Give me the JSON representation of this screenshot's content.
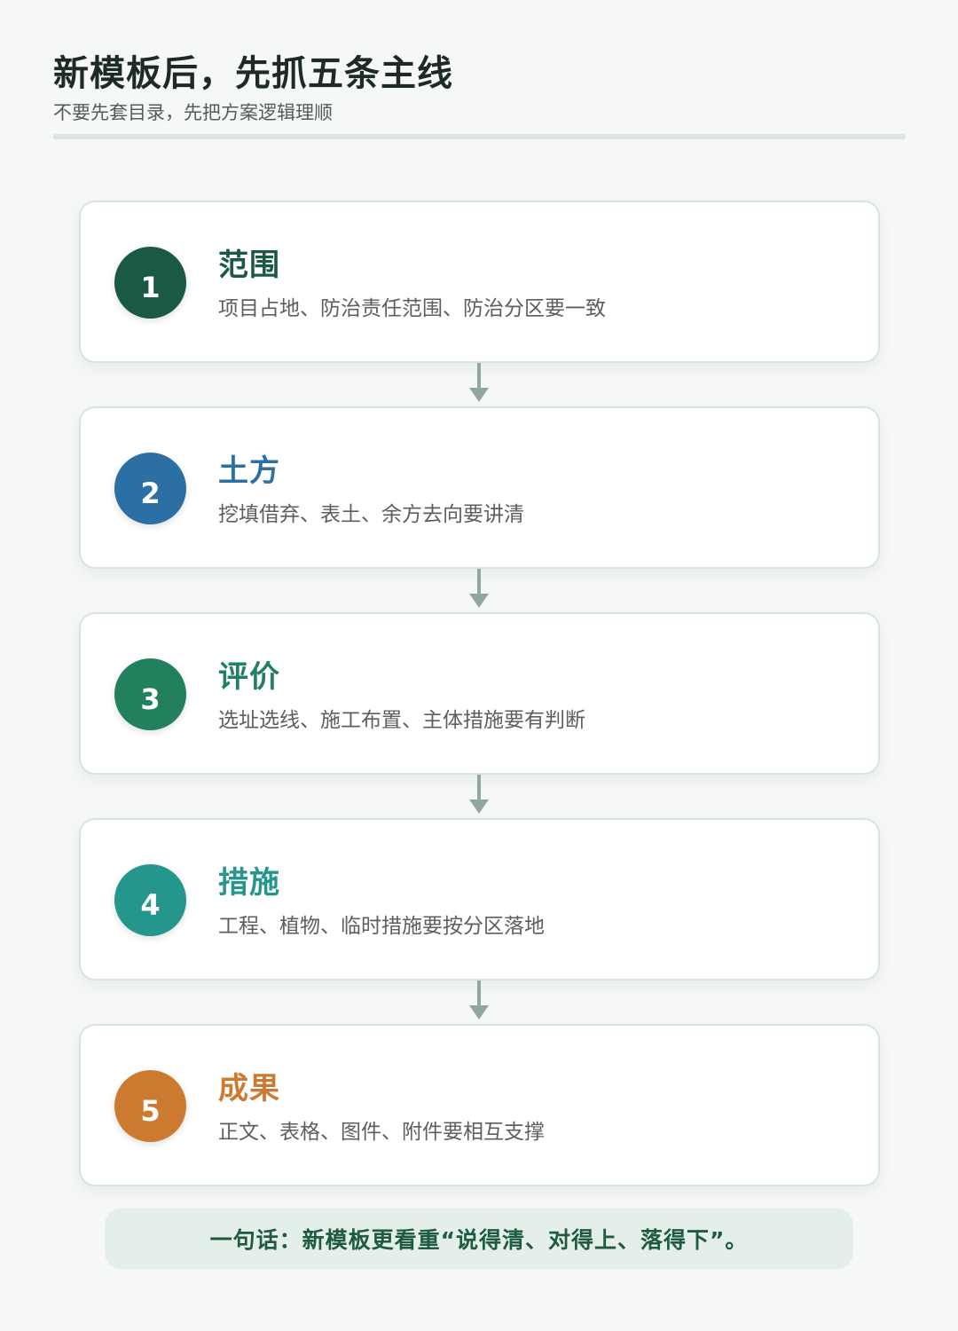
{
  "header": {
    "title": "新模板后，先抓五条主线",
    "subtitle": "不要先套目录，先把方案逻辑理顺"
  },
  "steps": [
    {
      "number": "1",
      "title": "范围",
      "description": "项目占地、防治责任范围、防治分区要一致",
      "badge_color": "#1a5a44",
      "title_color": "#1a5a44"
    },
    {
      "number": "2",
      "title": "土方",
      "description": "挖填借弃、表土、余方去向要讲清",
      "badge_color": "#2b6fa4",
      "title_color": "#2b6fa4"
    },
    {
      "number": "3",
      "title": "评价",
      "description": "选址选线、施工布置、主体措施要有判断",
      "badge_color": "#23805c",
      "title_color": "#23805c"
    },
    {
      "number": "4",
      "title": "措施",
      "description": "工程、植物、临时措施要按分区落地",
      "badge_color": "#24968b",
      "title_color": "#24968b"
    },
    {
      "number": "5",
      "title": "成果",
      "description": "正文、表格、图件、附件要相互支撑",
      "badge_color": "#cc7a2f",
      "title_color": "#cc7a2f"
    }
  ],
  "summary": "一句话：新模板更看重“说得清、对得上、落得下”。"
}
